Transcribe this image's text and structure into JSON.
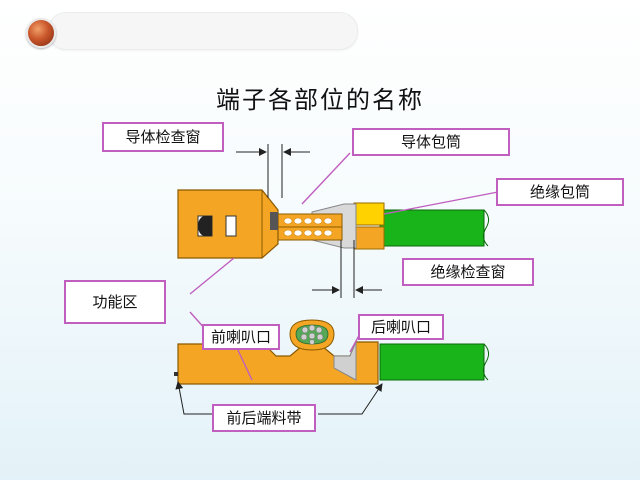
{
  "title": "端子各部位的名称",
  "labels": {
    "conductor_window": "导体检查窗",
    "conductor_barrel": "导体包筒",
    "insulation_barrel": "绝缘包筒",
    "insulation_window": "绝缘检查窗",
    "functional_area": "功能区",
    "front_bellmouth": "前喇叭口",
    "rear_bellmouth": "后喇叭口",
    "carrier_strip": "前后端料带"
  },
  "colors": {
    "terminal_orange": "#f5a524",
    "wire_green": "#19b419",
    "label_border": "#c05fc0",
    "callout_line": "#c05fc0",
    "insulation_yellow": "#ffd200"
  },
  "icons": {
    "logo": "orange-ball-icon"
  }
}
